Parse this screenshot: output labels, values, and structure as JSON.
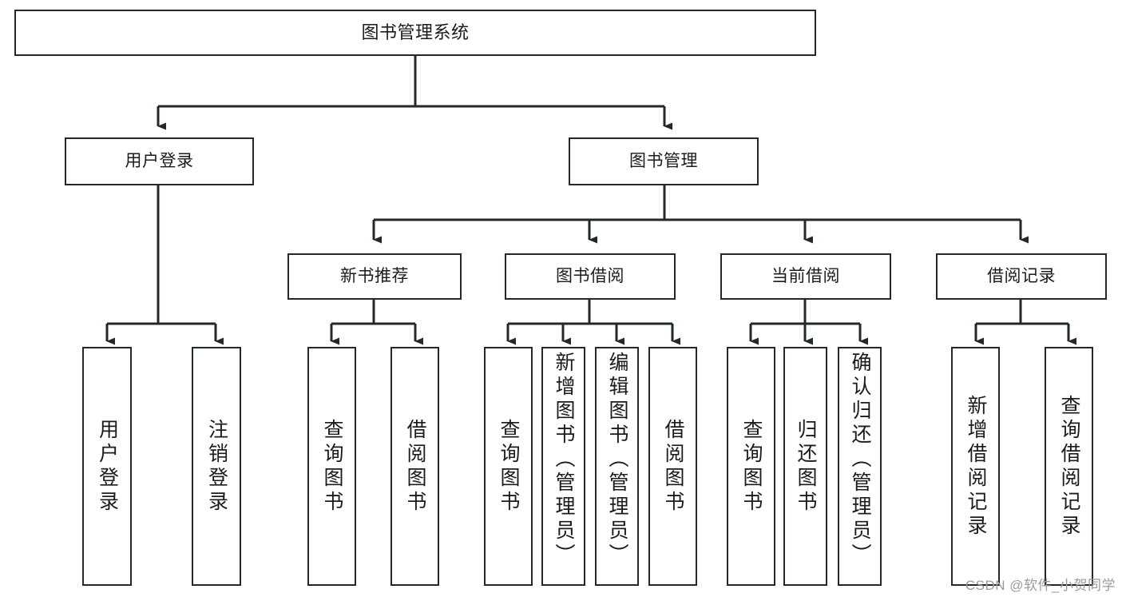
{
  "diagram": {
    "title": "图书管理系统",
    "type": "tree-hierarchy-chart",
    "watermark": "CSDN @软件_小贺同学",
    "colors": {
      "border": "#23282d",
      "background": "#ffffff",
      "text": "#1b1b1b",
      "watermark": "#9b9b9b"
    },
    "nodes": {
      "root": {
        "label": "图书管理系统"
      },
      "level1": [
        {
          "label": "用户登录"
        },
        {
          "label": "图书管理"
        }
      ],
      "level2": [
        {
          "label": "新书推荐"
        },
        {
          "label": "图书借阅"
        },
        {
          "label": "当前借阅"
        },
        {
          "label": "借阅记录"
        }
      ],
      "leaves": {
        "user_login": [
          {
            "label": "用户登录"
          },
          {
            "label": "注销登录"
          }
        ],
        "new_book_recommend": [
          {
            "label": "查询图书"
          },
          {
            "label": "借阅图书"
          }
        ],
        "book_borrow": [
          {
            "label": "查询图书"
          },
          {
            "label": "新增图书（管理员）"
          },
          {
            "label": "编辑图书（管理员）"
          },
          {
            "label": "借阅图书"
          }
        ],
        "current_borrow": [
          {
            "label": "查询图书"
          },
          {
            "label": "归还图书"
          },
          {
            "label": "确认归还（管理员）"
          }
        ],
        "borrow_record": [
          {
            "label": "新增借阅记录"
          },
          {
            "label": "查询借阅记录"
          }
        ]
      }
    }
  }
}
